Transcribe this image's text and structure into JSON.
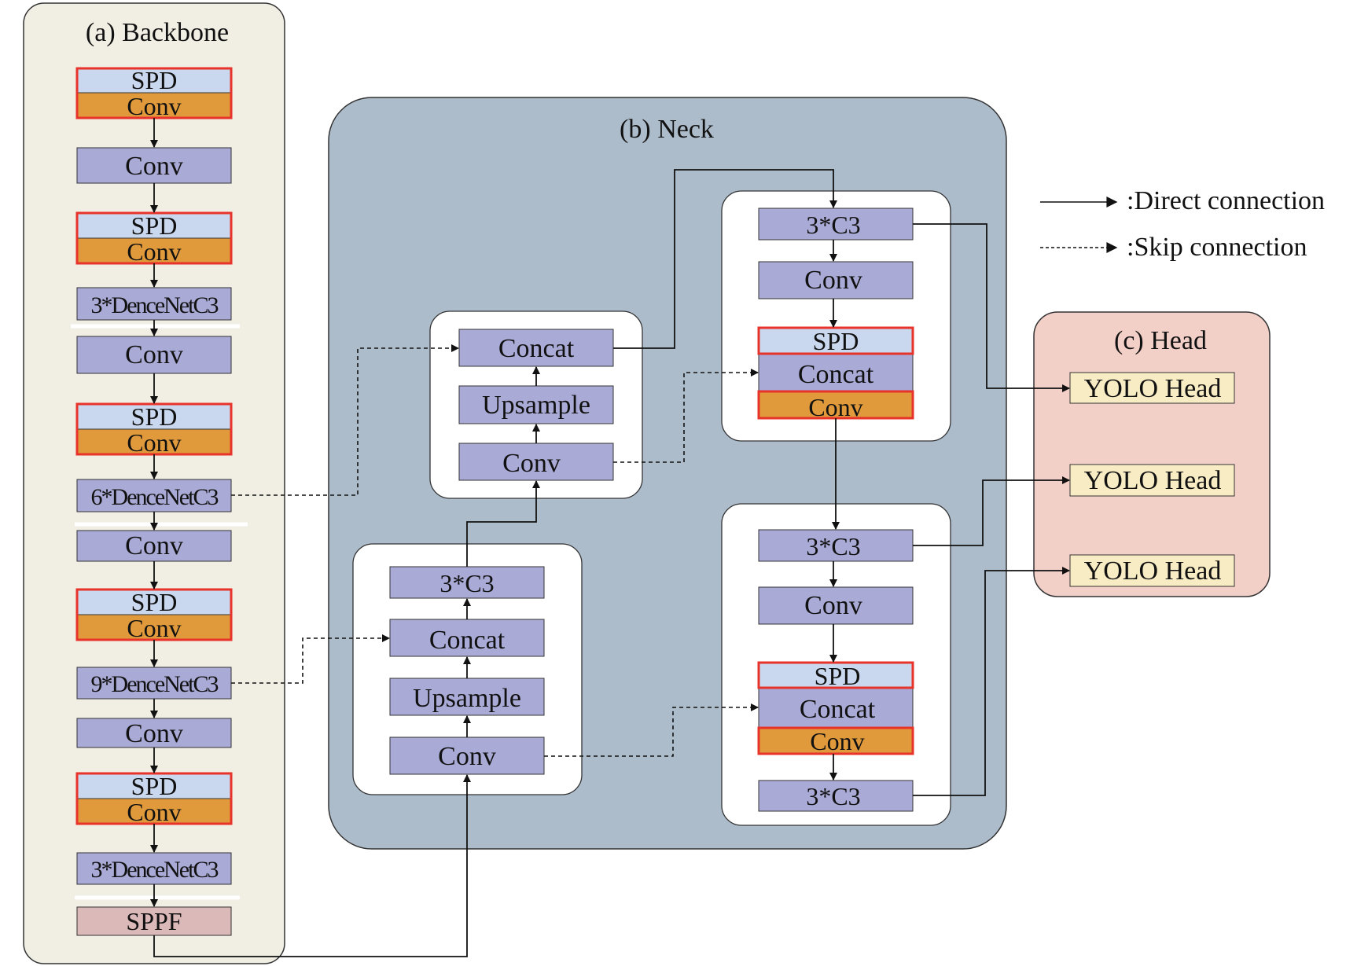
{
  "legend": {
    "direct": ":Direct connection",
    "skip": ":Skip connection"
  },
  "colors": {
    "backbone_panel": "#f1eee4",
    "neck_panel": "#adbccb",
    "head_panel": "#f2cfc7",
    "module_purple": "#a9aad6",
    "spd_blue": "#c9d8ee",
    "conv_orange": "#e09a3c",
    "sppf_pink": "#dcb9b9",
    "yolo_head_yellow": "#f8ecc4",
    "highlight_red": "#e8332a"
  },
  "backbone": {
    "title": "(a) Backbone",
    "spd": "SPD",
    "conv": "Conv",
    "dense3": "3*DenceNetC3",
    "dense6": "6*DenceNetC3",
    "dense9": "9*DenceNetC3",
    "sppf": "SPPF"
  },
  "neck": {
    "title": "(b) Neck",
    "c3": "3*C3",
    "conv": "Conv",
    "concat": "Concat",
    "upsample": "Upsample",
    "spd": "SPD"
  },
  "head": {
    "title": "(c) Head",
    "yolo_head": "YOLO Head"
  }
}
